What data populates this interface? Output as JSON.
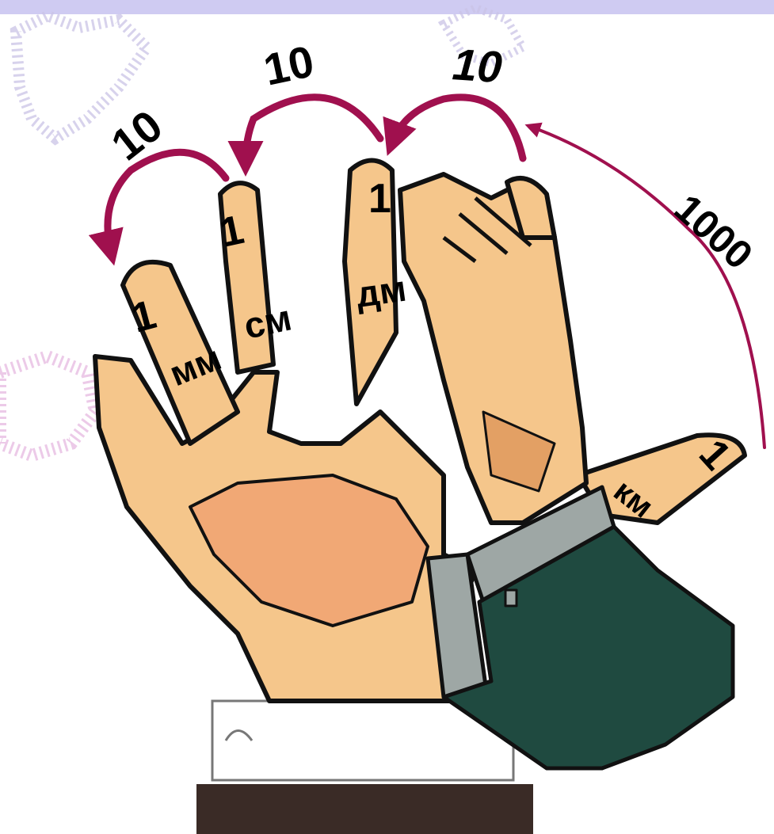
{
  "colors": {
    "top_band": "#cfcbf2",
    "watermark": "#c9c3e6",
    "watermark_pink": "#e6b8e0",
    "skin": "#f5c68b",
    "skin_shadow": "#e3a064",
    "palm": "#f1a875",
    "outline": "#111111",
    "arrow": "#a0104e",
    "sleeve": "#1f4a40",
    "cuff": "#9ea7a5",
    "desk": "#3a2b26"
  },
  "fingers": {
    "mm": {
      "value": "1",
      "unit": "мм"
    },
    "cm": {
      "value": "1",
      "unit": "см"
    },
    "dm": {
      "value": "1",
      "unit": "дм"
    },
    "km": {
      "value": "1",
      "unit": "км"
    }
  },
  "arrows": {
    "a1": "10",
    "a2": "10",
    "a3": "10",
    "a4": "1000"
  }
}
